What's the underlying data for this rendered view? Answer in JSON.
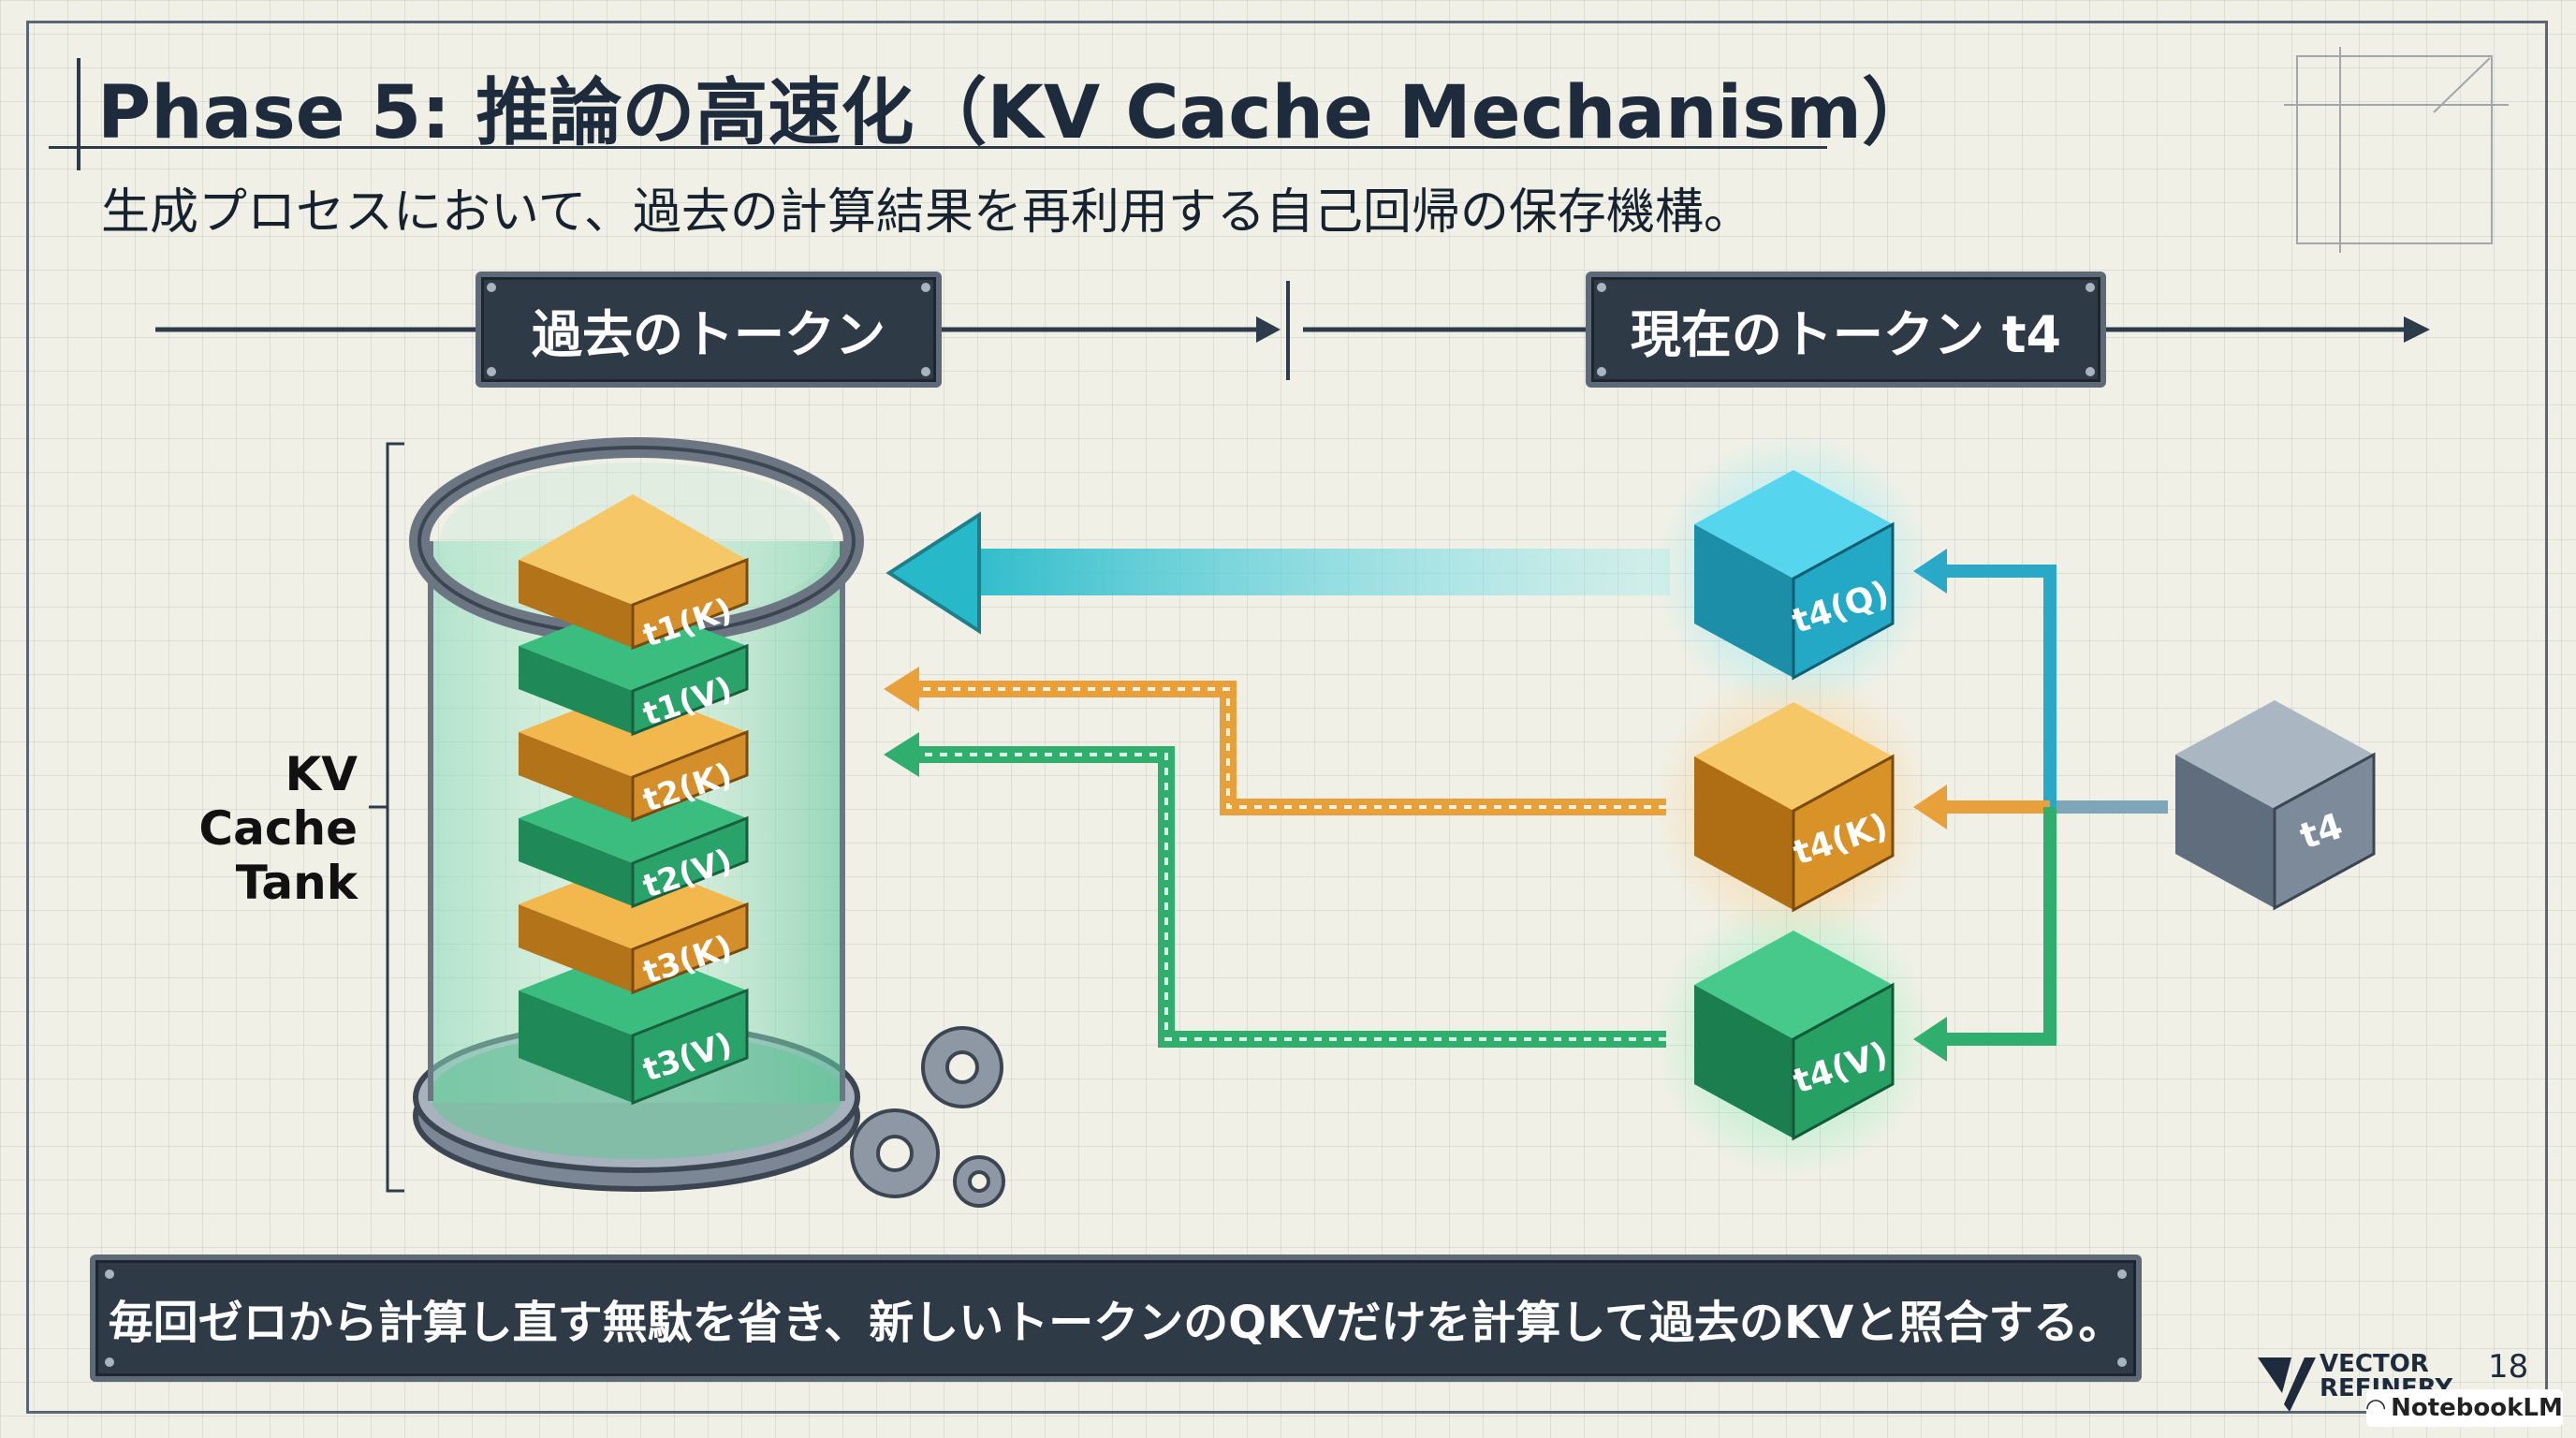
{
  "title": "Phase 5:  推論の高速化（KV Cache Mechanism）",
  "subtitle": "生成プロセスにおいて、過去の計算結果を再利用する自己回帰の保存機構。",
  "timeline": {
    "past_label": "過去のトークン",
    "current_label": "現在のトークン t4"
  },
  "tank": {
    "label_line1": "KV Cache",
    "label_line2": "Tank",
    "blocks": [
      "t1(K)",
      "t1(V)",
      "t2(K)",
      "t2(V)",
      "t3(K)",
      "t3(V)"
    ]
  },
  "current_token": {
    "source": "t4",
    "query": "t4(Q)",
    "key": "t4(K)",
    "value": "t4(V)"
  },
  "footer_note": "毎回ゼロから計算し直す無駄を省き、新しいトークンのQKVだけを計算して過去のKVと照合する。",
  "brand": {
    "line1": "VECTOR",
    "line2": "REFINERY"
  },
  "page_number": "18",
  "watermark": "NotebookLM",
  "colors": {
    "key_orange": "#e8a13a",
    "value_green": "#2fae6e",
    "query_cyan": "#22b8d4",
    "source_gray": "#7c8a9a",
    "plate_dark": "#2f3a47"
  }
}
